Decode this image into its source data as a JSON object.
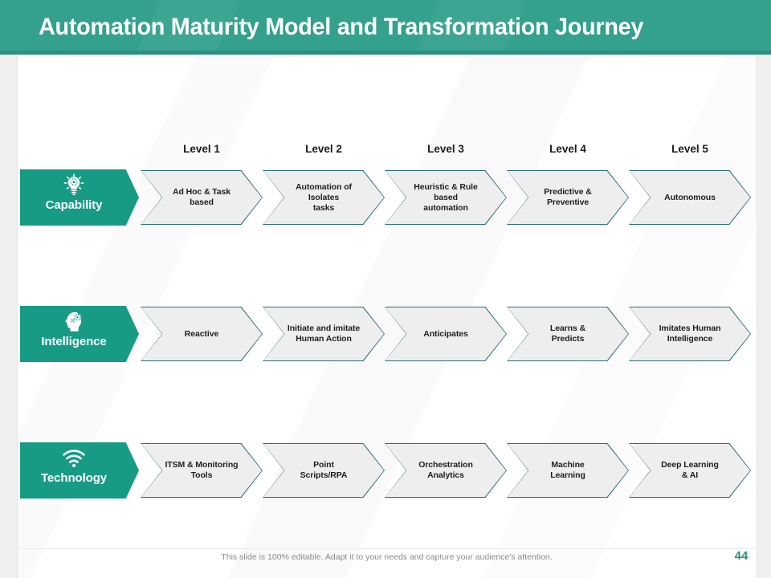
{
  "slide": {
    "title": "Automation Maturity Model and Transformation Journey",
    "footer_note": "This slide is 100% editable. Adapt it to your needs and capture your audience's attention.",
    "page_number": "44",
    "accent_color": "#33a18c",
    "accent_dark": "#2a9181",
    "label_color": "#179b84",
    "chevron_fill": "#eeeeee",
    "chevron_border": "#2d6f78"
  },
  "levels": [
    {
      "label": "Level 1"
    },
    {
      "label": "Level 2"
    },
    {
      "label": "Level 3"
    },
    {
      "label": "Level 4"
    },
    {
      "label": "Level 5"
    }
  ],
  "rows": [
    {
      "category": "Capability",
      "icon": "lightbulb-gear-icon",
      "stages": [
        "Ad Hoc & Task\nbased",
        "Automation of Isolates\ntasks",
        "Heuristic & Rule based\nautomation",
        "Predictive &\nPreventive",
        "Autonomous"
      ]
    },
    {
      "category": "Intelligence",
      "icon": "head-gears-icon",
      "stages": [
        "Reactive",
        "Initiate and imitate\nHuman Action",
        "Anticipates",
        "Learns &\nPredicts",
        "Imitates Human\nIntelligence"
      ]
    },
    {
      "category": "Technology",
      "icon": "wifi-signal-icon",
      "stages": [
        "ITSM & Monitoring\nTools",
        "Point\nScripts/RPA",
        "Orchestration\nAnalytics",
        "Machine\nLearning",
        "Deep Learning\n& AI"
      ]
    }
  ]
}
